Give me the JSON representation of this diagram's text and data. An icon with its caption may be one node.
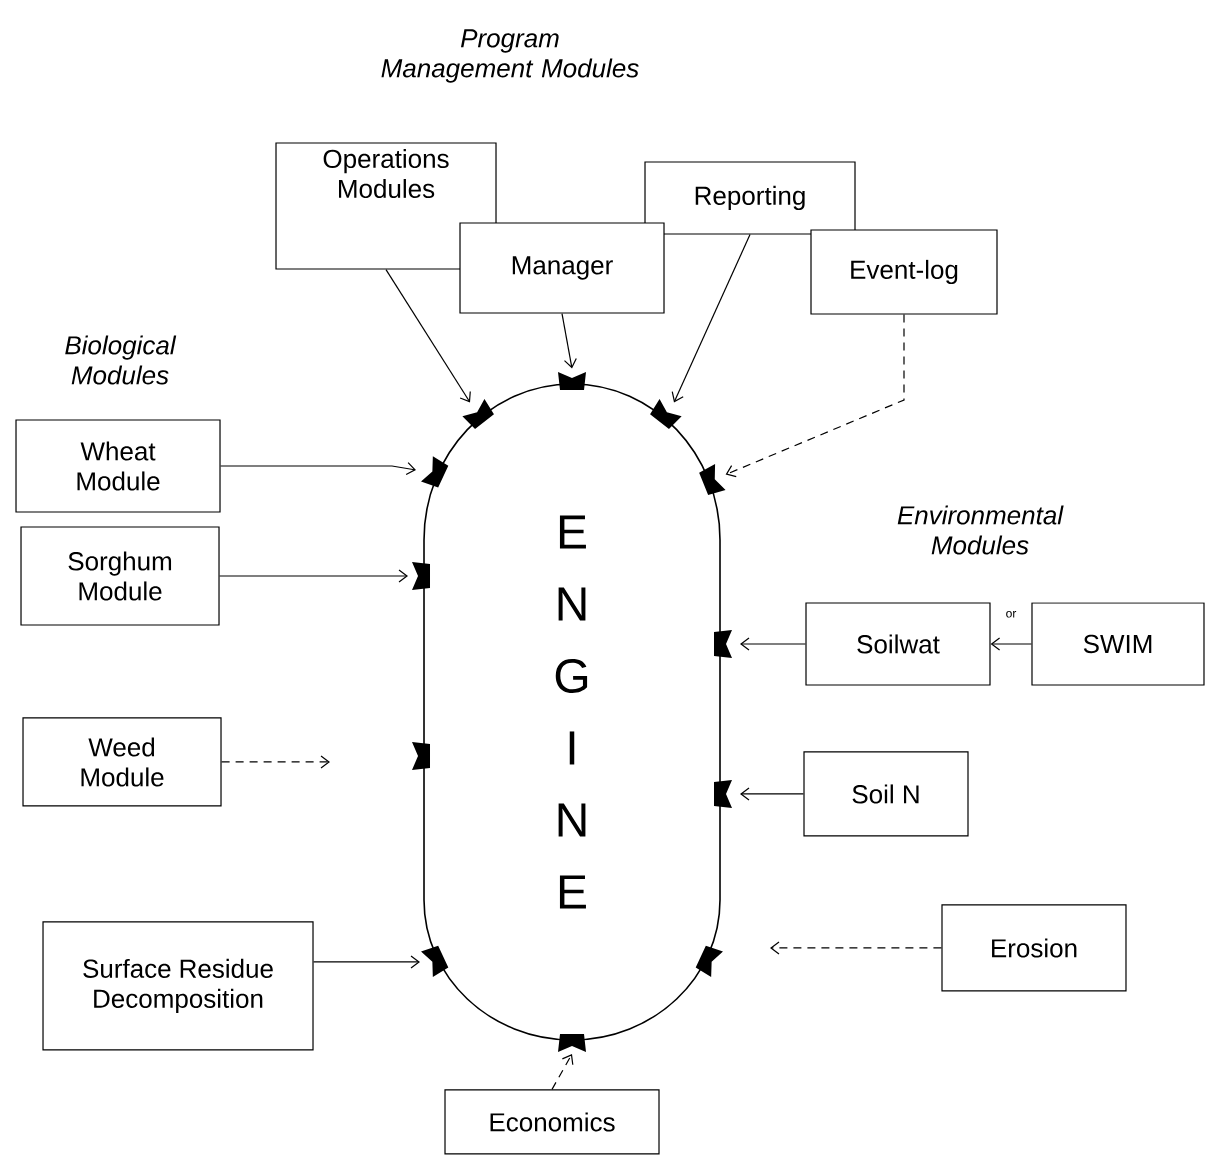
{
  "diagram": {
    "nodes": [
      {
        "text": [
          "Operations Modules"
        ]
      },
      {
        "text": [
          "Manager"
        ]
      },
      {
        "text": [
          "Reporting"
        ]
      },
      {
        "text": [
          "Event-log"
        ]
      },
      {
        "text": [
          "Wheat Module"
        ]
      },
      {
        "text": [
          "Sorghum Module"
        ]
      },
      {
        "text": [
          "Weed Module"
        ]
      },
      {
        "text": [
          "Surface Residue Decomposition"
        ]
      },
      {
        "text": [
          "ENGINE"
        ]
      },
      {
        "text": [
          "Soilwat"
        ]
      },
      {
        "text": [
          "SWIM"
        ]
      },
      {
        "text": [
          "Soil N"
        ]
      },
      {
        "text": [
          "Erosion"
        ]
      },
      {
        "text": [
          "Economics"
        ]
      }
    ],
    "edges": [
      {
        "from": 0,
        "to": 8,
        "arrow": "to"
      },
      {
        "from": 1,
        "to": 8,
        "arrow": "to"
      },
      {
        "from": 2,
        "to": 8,
        "arrow": "to"
      },
      {
        "from": 3,
        "to": 8,
        "arrow": "to",
        "style": "dashed"
      },
      {
        "from": 4,
        "to": 8,
        "arrow": "to"
      },
      {
        "from": 5,
        "to": 8,
        "arrow": "to"
      },
      {
        "from": 6,
        "to": null,
        "arrow": "to",
        "style": "dashed"
      },
      {
        "from": 7,
        "to": 8,
        "arrow": "to"
      },
      {
        "from": 9,
        "to": 8,
        "arrow": "to"
      },
      {
        "from": 11,
        "to": 8,
        "arrow": "to"
      },
      {
        "from": 10,
        "to": 9,
        "arrow": "to",
        "label": "or"
      },
      {
        "from": 12,
        "to": null,
        "arrow": "to",
        "style": "dashed"
      },
      {
        "from": 13,
        "to": 8,
        "arrow": "to",
        "style": "dashed"
      }
    ],
    "labels": [
      "Program Management Modules",
      "Biological Modules",
      "Environmental Modules"
    ]
  }
}
